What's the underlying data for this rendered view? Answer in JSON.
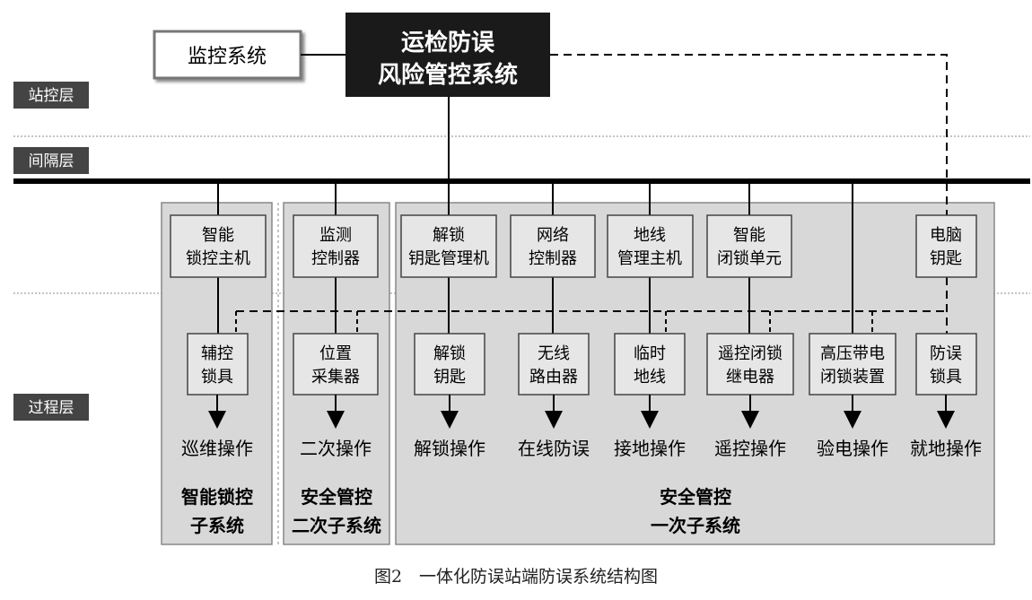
{
  "top": {
    "monitor": "监控系统",
    "main_line1": "运检防误",
    "main_line2": "风险管控系统"
  },
  "layers": {
    "station": "站控层",
    "bay": "间隔层",
    "process": "过程层"
  },
  "panels": {
    "p1": [
      "智能锁控",
      "子系统"
    ],
    "p2": [
      "安全管控",
      "二次子系统"
    ],
    "p3": [
      "安全管控",
      "一次子系统"
    ]
  },
  "upper": [
    [
      "智能",
      "锁控主机"
    ],
    [
      "监测",
      "控制器"
    ],
    [
      "解锁",
      "钥匙管理机"
    ],
    [
      "网络",
      "控制器"
    ],
    [
      "地线",
      "管理主机"
    ],
    [
      "智能",
      "闭锁单元"
    ],
    [
      "电脑",
      "钥匙"
    ]
  ],
  "lower": [
    [
      "辅控",
      "锁具"
    ],
    [
      "位置",
      "采集器"
    ],
    [
      "解锁",
      "钥匙"
    ],
    [
      "无线",
      "路由器"
    ],
    [
      "临时",
      "地线"
    ],
    [
      "遥控闭锁",
      "继电器"
    ],
    [
      "高压带电",
      "闭锁装置"
    ],
    [
      "防误",
      "锁具"
    ]
  ],
  "operations": [
    "巡维操作",
    "二次操作",
    "解锁操作",
    "在线防误",
    "接地操作",
    "遥控操作",
    "验电操作",
    "就地操作"
  ],
  "caption": "图2　一体化防误站端防误系统结构图"
}
